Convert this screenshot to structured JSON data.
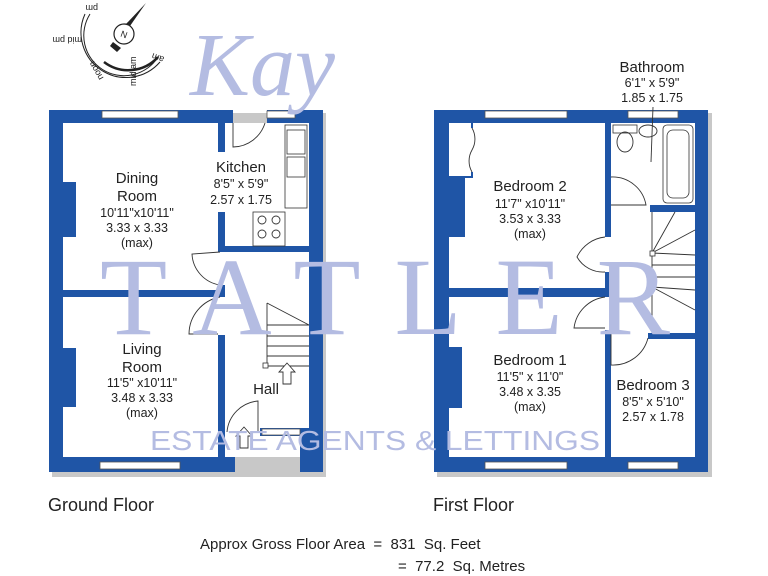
{
  "compass": {
    "north": "N",
    "times": [
      "pm",
      "mid pm",
      "noon",
      "mid am",
      "am"
    ]
  },
  "watermark": {
    "script": "Kay",
    "name": "TATLER",
    "tagline": "ESTATE AGENTS & LETTINGS"
  },
  "ground_floor": {
    "label": "Ground Floor",
    "rooms": {
      "dining": {
        "name1": "Dining",
        "name2": "Room",
        "imperial": "10'11\"x10'11\"",
        "metric": "3.33 x 3.33",
        "note": "(max)"
      },
      "kitchen": {
        "name": "Kitchen",
        "imperial": "8'5\"  x  5'9\"",
        "metric": "2.57 x 1.75"
      },
      "living": {
        "name1": "Living",
        "name2": "Room",
        "imperial": "11'5\" x10'11\"",
        "metric": "3.48 x 3.33",
        "note": "(max)"
      },
      "hall": {
        "name": "Hall"
      }
    }
  },
  "first_floor": {
    "label": "First Floor",
    "rooms": {
      "bathroom": {
        "name": "Bathroom",
        "imperial": "6'1\"  x  5'9\"",
        "metric": "1.85 x 1.75"
      },
      "bedroom2": {
        "name": "Bedroom 2",
        "imperial": "11'7\" x10'11\"",
        "metric": "3.53 x 3.33",
        "note": "(max)"
      },
      "bedroom1": {
        "name": "Bedroom 1",
        "imperial": "11'5\" x 11'0\"",
        "metric": "3.48 x 3.35",
        "note": "(max)"
      },
      "bedroom3": {
        "name": "Bedroom 3",
        "imperial": "8'5\" x 5'10\"",
        "metric": "2.57 x 1.78"
      }
    }
  },
  "area": {
    "line1": "Approx Gross Floor Area  =  831  Sq. Feet",
    "line2": "=  77.2  Sq. Metres"
  },
  "colors": {
    "wall": "#1f55a6",
    "watermark": "#c9cfe6"
  }
}
